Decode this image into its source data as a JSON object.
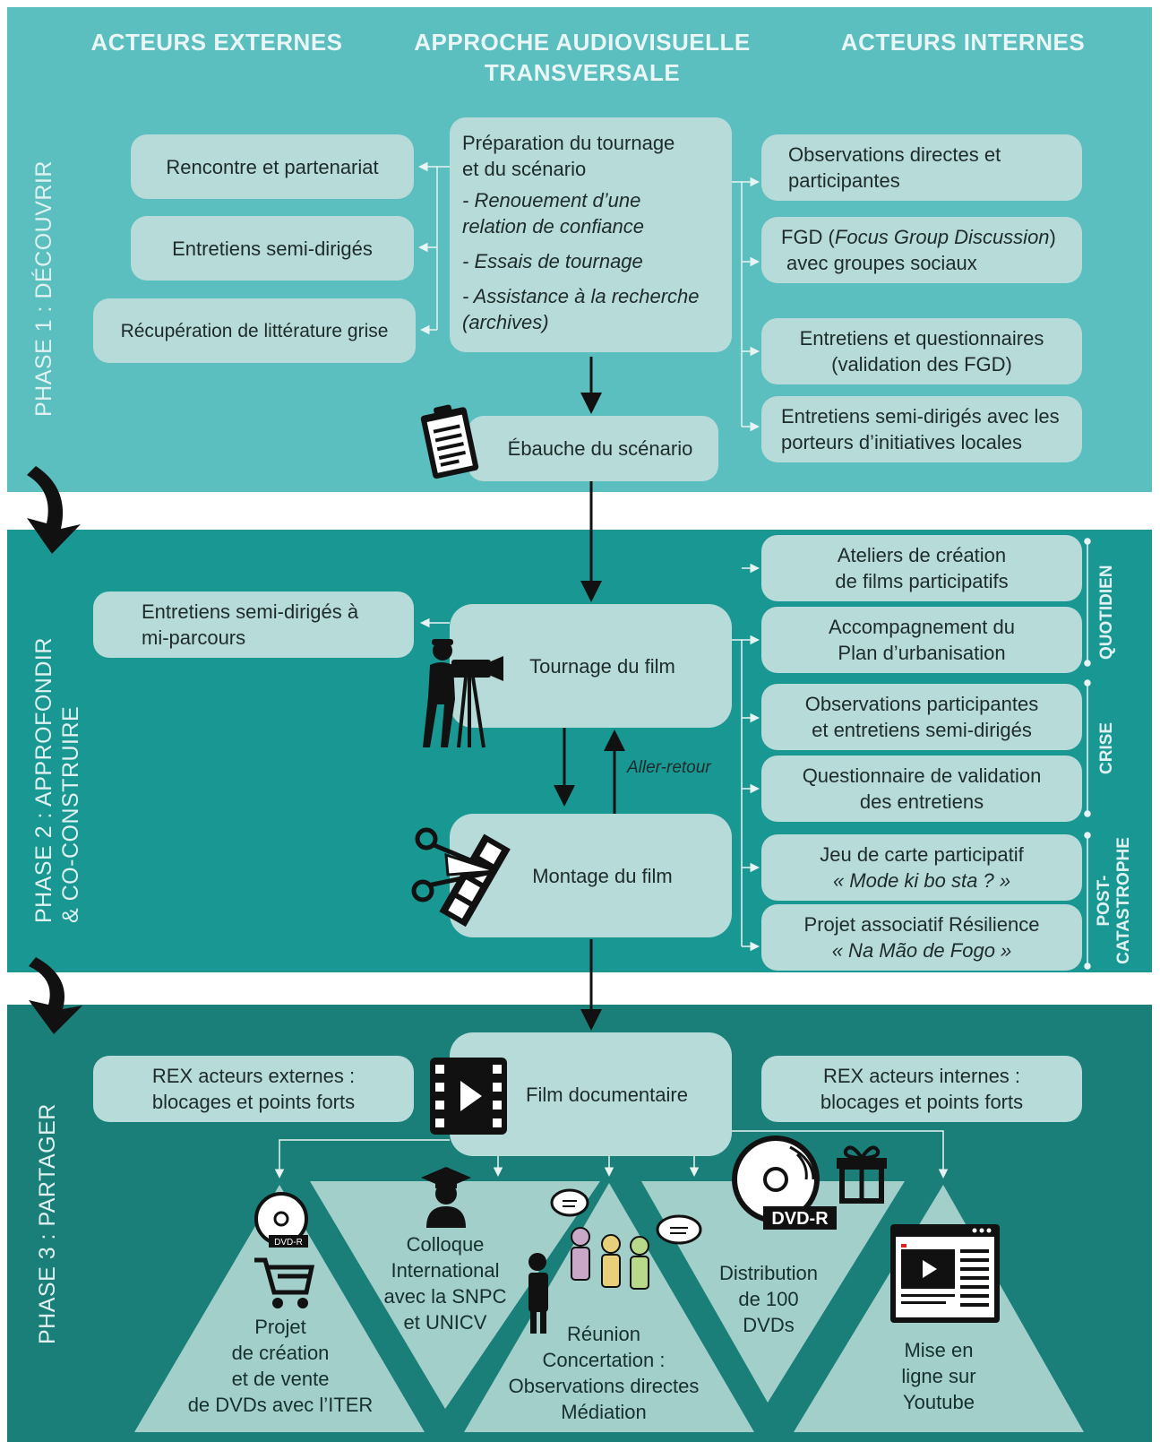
{
  "headers": {
    "left": "ACTEURS EXTERNES",
    "center_line1": "APPROCHE AUDIOVISUELLE",
    "center_line2": "TRANSVERSALE",
    "right": "ACTEURS INTERNES"
  },
  "phases": {
    "phase1": "PHASE 1 : DÉCOUVRIR",
    "phase2_line1": "PHASE 2 : APPROFONDIR",
    "phase2_line2": "& CO-CONSTRUIRE",
    "phase3": "PHASE 3 : PARTAGER"
  },
  "phase1": {
    "external": [
      "Rencontre et partenariat",
      "Entretiens semi-dirigés",
      "Récupération de littérature grise"
    ],
    "center": {
      "title_line1": "Préparation du tournage",
      "title_line2": "et du scénario",
      "items": [
        "- Renouement d’une",
        "relation de confiance",
        "- Essais de tournage",
        "- Assistance à la recherche",
        "(archives)"
      ]
    },
    "draft": "Ébauche du scénario",
    "internal": [
      {
        "line1": "Observations directes et",
        "line2": "participantes"
      },
      {
        "line1_pre": "FGD (",
        "line1_em": "Focus Group Discussion",
        "line1_post": ")",
        "line2": "avec groupes sociaux"
      },
      {
        "line1": "Entretiens et questionnaires",
        "line2": "(validation des FGD)"
      },
      {
        "line1": "Entretiens semi-dirigés avec les",
        "line2": "porteurs d’initiatives locales"
      }
    ]
  },
  "phase2": {
    "external_line1": "Entretiens semi-dirigés à",
    "external_line2": "mi-parcours",
    "shooting": "Tournage du film",
    "editing": "Montage du film",
    "roundtrip": "Aller-retour",
    "categories": {
      "daily": "QUOTIDIEN",
      "crisis": "CRISE",
      "post_line1": "POST-",
      "post_line2": "CATASTROPHE"
    },
    "internal": [
      {
        "line1": "Ateliers de création",
        "line2": "de films participatifs"
      },
      {
        "line1": "Accompagnement du",
        "line2": "Plan d’urbanisation"
      },
      {
        "line1": "Observations participantes",
        "line2": "et entretiens semi-dirigés"
      },
      {
        "line1": "Questionnaire de validation",
        "line2": "des entretiens"
      },
      {
        "line1": "Jeu de carte participatif",
        "line2": "« Mode ki bo sta ? »"
      },
      {
        "line1": "Projet associatif Résilience",
        "line2": "« Na Mão de Fogo »"
      }
    ]
  },
  "phase3": {
    "rex_external_line1": "REX acteurs externes :",
    "rex_external_line2": "blocages et points forts",
    "film": "Film documentaire",
    "rex_internal_line1": "REX acteurs internes :",
    "rex_internal_line2": "blocages et points forts",
    "dvd_label": "DVD-R",
    "outputs": [
      [
        "Projet",
        "de création",
        "et de vente",
        "de DVDs avec l’ITER"
      ],
      [
        "Colloque",
        "International",
        "avec la SNPC",
        "et UNICV"
      ],
      [
        "Réunion",
        "Concertation :",
        "Observations directes",
        "Médiation"
      ],
      [
        "Distribution",
        "de 100",
        "DVDs"
      ],
      [
        "Mise en",
        "ligne sur",
        "Youtube"
      ]
    ]
  },
  "colors": {
    "band1": "#5bbebf",
    "band2": "#199893",
    "band3": "#1a7f79",
    "box": "#b6dbd9",
    "triangle": "#a3cfcb"
  }
}
